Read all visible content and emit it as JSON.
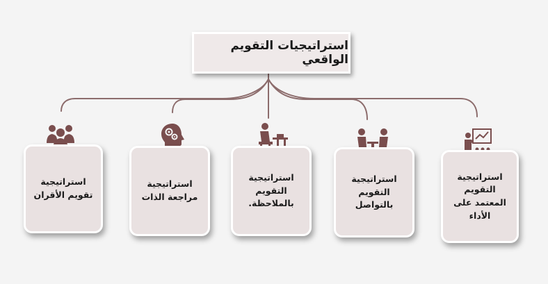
{
  "title": "استراتيجيات التقويم الواقعي",
  "colors": {
    "connector": "#8c6c6c",
    "icon": "#7a4e4e",
    "card": "#e9e1e1",
    "title_box": "#efe9e9"
  },
  "strategies": [
    {
      "label": "استراتيجية تقويم الأقران",
      "icon": "group-icon"
    },
    {
      "label": "استراتيجية مراجعة الذات",
      "icon": "head-gears-icon"
    },
    {
      "label": "استراتيجية التقويم بالملاحظة.",
      "icon": "person-at-desk-icon"
    },
    {
      "label": "استراتيجية التقويم بالتواصل",
      "icon": "two-people-talking-icon"
    },
    {
      "label": "استراتيجية التقويم المعتمد على الأداء",
      "icon": "presenter-board-icon"
    }
  ]
}
